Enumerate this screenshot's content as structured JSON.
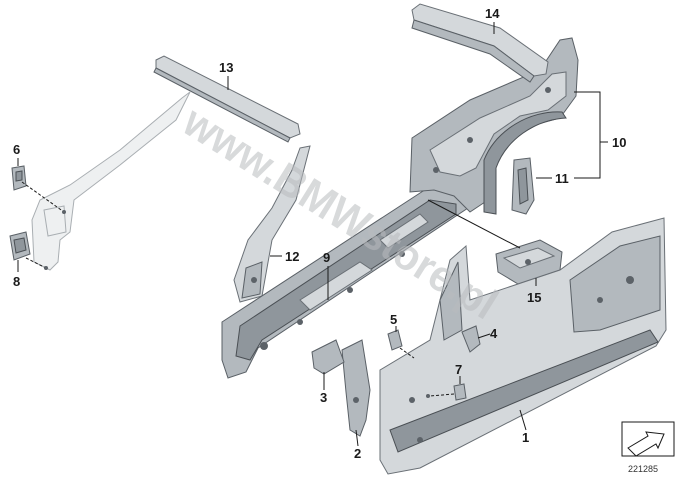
{
  "watermark": "www.BMWstore.pl",
  "reference_number": "221285",
  "part_labels": {
    "p1": "1",
    "p2": "2",
    "p3": "3",
    "p4": "4",
    "p5": "5",
    "p6": "6",
    "p7": "7",
    "p8": "8",
    "p9": "9",
    "p10": "10",
    "p11": "11",
    "p12": "12",
    "p13": "13",
    "p14": "14",
    "p15": "15"
  }
}
